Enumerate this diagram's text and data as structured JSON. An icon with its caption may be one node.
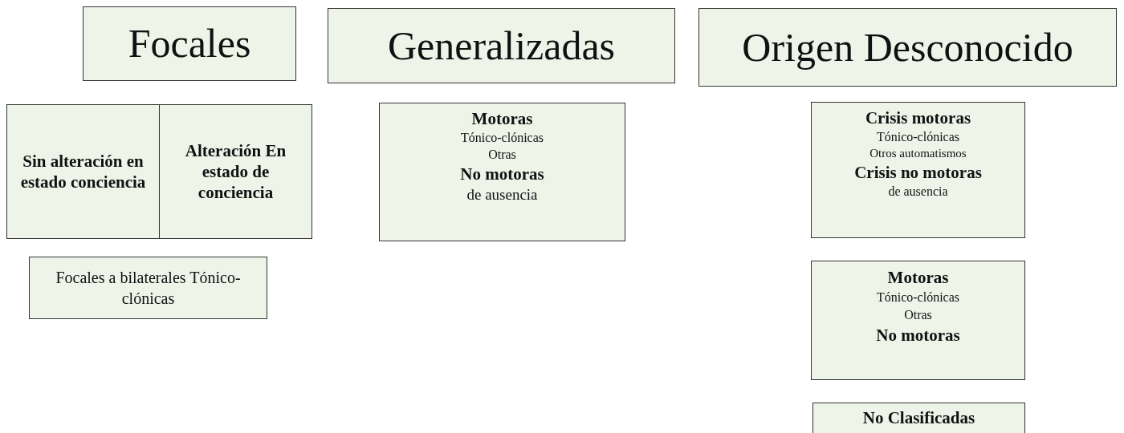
{
  "diagram": {
    "nodes": [
      {
        "text": [
          "Focales"
        ]
      },
      {
        "text": [
          "Generalizadas"
        ]
      },
      {
        "text": [
          "Origen Desconocido"
        ]
      },
      {
        "text": [
          "Sin alteración en estado conciencia"
        ]
      },
      {
        "text": [
          "Alteración En estado de conciencia"
        ]
      },
      {
        "text": [
          "Focales a bilaterales Tónico-clónicas"
        ]
      },
      {
        "text": [
          "Motoras",
          "Tónico-clónicas",
          "Otras",
          "No motoras",
          "de ausencia"
        ]
      },
      {
        "text": [
          "Crisis motoras",
          "Tónico-clónicas",
          "Otros automatismos",
          "Crisis no motoras",
          "de ausencia"
        ]
      },
      {
        "text": [
          "Motoras",
          "Tónico-clónicas",
          "Otras",
          "No motoras"
        ]
      },
      {
        "text": [
          "No Clasificadas"
        ]
      }
    ]
  }
}
